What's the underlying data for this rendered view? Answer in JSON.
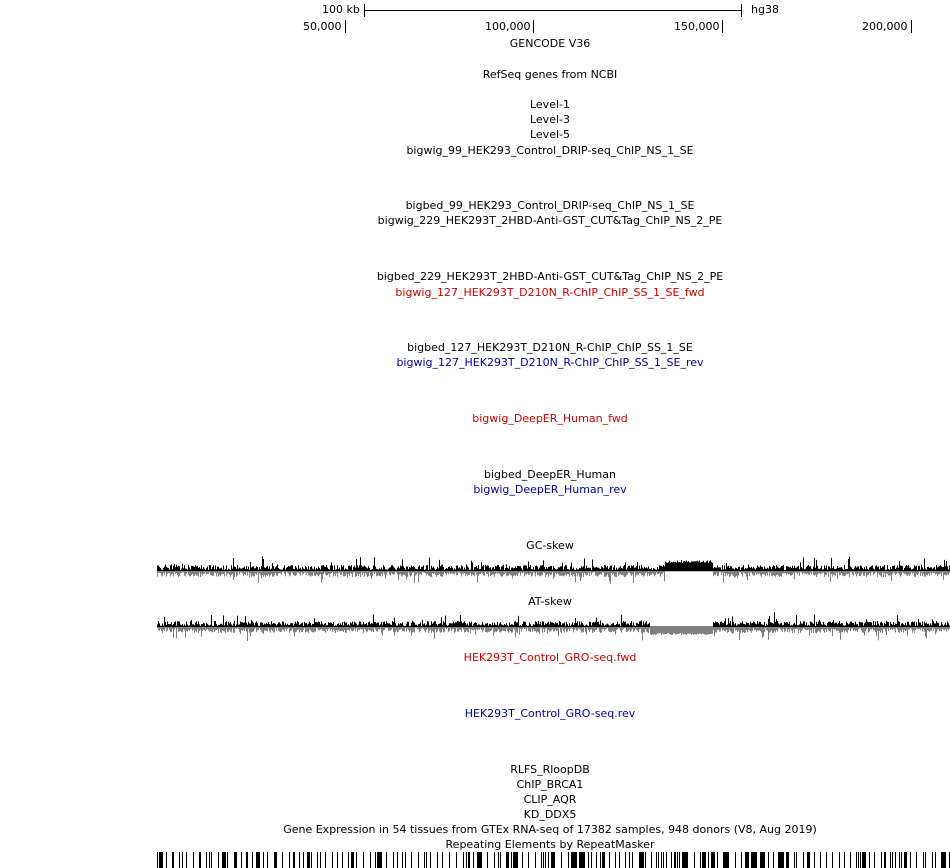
{
  "ruler": {
    "scale_label": "100 kb",
    "assembly": "hg38",
    "ticks": [
      "50,000",
      "100,000",
      "150,000",
      "200,000"
    ]
  },
  "tracks": [
    {
      "label": "GENCODE V36",
      "color": "#000000"
    },
    {
      "label": "RefSeq genes from NCBI",
      "color": "#000000"
    },
    {
      "label": "Level-1",
      "color": "#000000"
    },
    {
      "label": "Level-3",
      "color": "#000000"
    },
    {
      "label": "Level-5",
      "color": "#000000"
    },
    {
      "label": "bigwig_99_HEK293_Control_DRIP-seq_ChIP_NS_1_SE",
      "color": "#000000"
    },
    {
      "label": "bigbed_99_HEK293_Control_DRIP-seq_ChIP_NS_1_SE",
      "color": "#000000"
    },
    {
      "label": "bigwig_229_HEK293T_2HBD-Anti-GST_CUT&Tag_ChIP_NS_2_PE",
      "color": "#000000"
    },
    {
      "label": "bigbed_229_HEK293T_2HBD-Anti-GST_CUT&Tag_ChIP_NS_2_PE",
      "color": "#000000"
    },
    {
      "label": "bigwig_127_HEK293T_D210N_R-ChIP_ChIP_SS_1_SE_fwd",
      "color": "#cc0000"
    },
    {
      "label": "bigbed_127_HEK293T_D210N_R-ChIP_ChIP_SS_1_SE",
      "color": "#000000"
    },
    {
      "label": "bigwig_127_HEK293T_D210N_R-ChIP_ChIP_SS_1_SE_rev",
      "color": "#0000aa"
    },
    {
      "label": "bigwig_DeepER_Human_fwd",
      "color": "#cc0000"
    },
    {
      "label": "bigbed_DeepER_Human",
      "color": "#000000"
    },
    {
      "label": "bigwig_DeepER_Human_rev",
      "color": "#0000aa"
    },
    {
      "label": "GC-skew",
      "color": "#000000"
    },
    {
      "label": "AT-skew",
      "color": "#000000"
    },
    {
      "label": "HEK293T_Control_GRO-seq.fwd",
      "color": "#cc0000"
    },
    {
      "label": "HEK293T_Control_GRO-seq.rev",
      "color": "#0000aa"
    },
    {
      "label": "RLFS_RloopDB",
      "color": "#000000"
    },
    {
      "label": "ChIP_BRCA1",
      "color": "#000000"
    },
    {
      "label": "CLIP_AQR",
      "color": "#000000"
    },
    {
      "label": "KD_DDX5",
      "color": "#000000"
    },
    {
      "label": "Gene Expression in 54 tissues from GTEx RNA-seq of 17382 samples, 948 donors (V8, Aug 2019)",
      "color": "#000000"
    },
    {
      "label": "Repeating Elements by RepeatMasker",
      "color": "#000000"
    }
  ],
  "colors": {
    "positive_signal": "#000000",
    "negative_signal": "#7f7f7f",
    "fwd_label": "#cc0000",
    "rev_label": "#0000aa"
  }
}
